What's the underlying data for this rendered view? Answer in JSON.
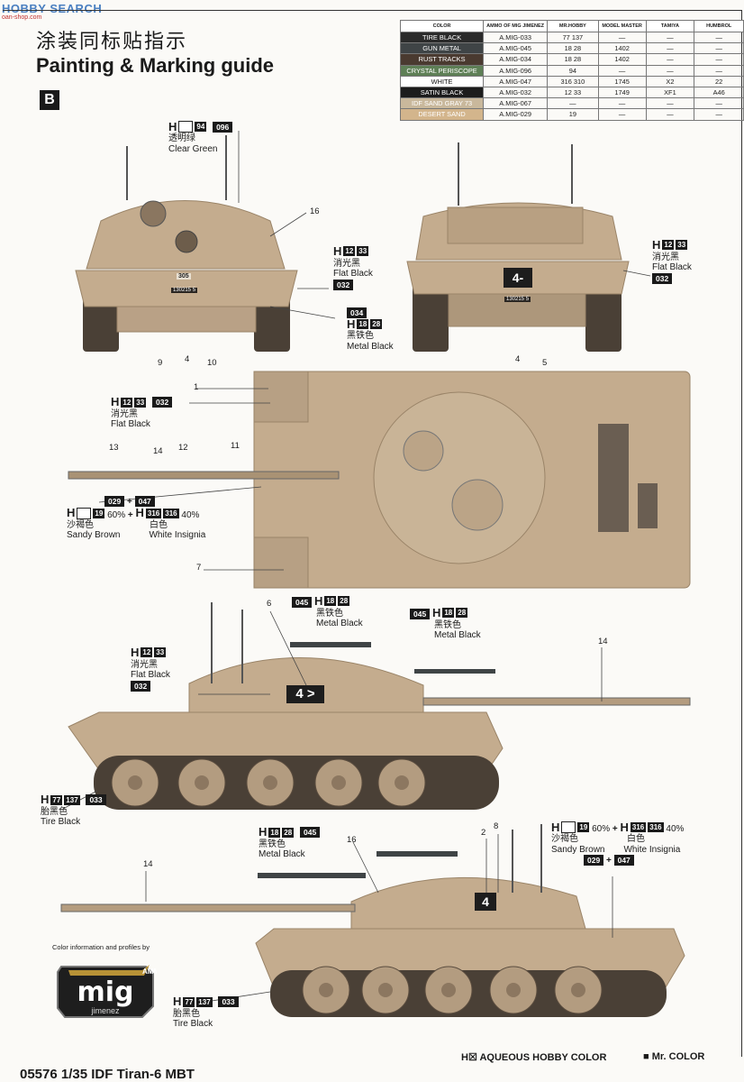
{
  "watermark": {
    "text": "HOBBY SEARCH",
    "sub": "oan-shop.com"
  },
  "title_cn": "涂装同标贴指示",
  "title_en": "Painting & Marking guide",
  "section_badge": "B",
  "color_table": {
    "headers": [
      "COLOR",
      "AMMO OF MIG JIMENEZ",
      "MR.HOBBY",
      "MODEL MASTER",
      "TAMIYA",
      "HUMBROL"
    ],
    "rows": [
      {
        "name": "TIRE BLACK",
        "bg": "#2a2a2a",
        "fg": "#ffffff",
        "ammo": "A.MIG-033",
        "hobby": "77 137",
        "mm": "—",
        "tamiya": "—",
        "humbrol": "—"
      },
      {
        "name": "GUN METAL",
        "bg": "#3f4446",
        "fg": "#ffffff",
        "ammo": "A.MIG-045",
        "hobby": "18 28",
        "mm": "1402",
        "tamiya": "—",
        "humbrol": "—"
      },
      {
        "name": "RUST TRACKS",
        "bg": "#4a3a30",
        "fg": "#ffffff",
        "ammo": "A.MIG-034",
        "hobby": "18 28",
        "mm": "1402",
        "tamiya": "—",
        "humbrol": "—"
      },
      {
        "name": "CRYSTAL PERISCOPE",
        "bg": "#5e7f56",
        "fg": "#ffffff",
        "ammo": "A.MIG-096",
        "hobby": "94",
        "mm": "—",
        "tamiya": "—",
        "humbrol": "—"
      },
      {
        "name": "WHITE",
        "bg": "#ffffff",
        "fg": "#111111",
        "ammo": "A.MIG-047",
        "hobby": "316 310",
        "mm": "1745",
        "tamiya": "X2",
        "humbrol": "22"
      },
      {
        "name": "SATIN BLACK",
        "bg": "#1c1c1c",
        "fg": "#ffffff",
        "ammo": "A.MIG-032",
        "hobby": "12 33",
        "mm": "1749",
        "tamiya": "XF1",
        "humbrol": "A46"
      },
      {
        "name": "IDF SAND GRAY 73",
        "bg": "#c9b89c",
        "fg": "#ffffff",
        "ammo": "A.MIG-067",
        "hobby": "—",
        "mm": "—",
        "tamiya": "—",
        "humbrol": "—"
      },
      {
        "name": "DESERT SAND",
        "bg": "#d3b58c",
        "fg": "#ffffff",
        "ammo": "A.MIG-029",
        "hobby": "19",
        "mm": "—",
        "tamiya": "—",
        "humbrol": "—"
      }
    ]
  },
  "callouts": {
    "clear_green": {
      "h": "94",
      "mig": "096",
      "cn": "透明绿",
      "en": "Clear Green"
    },
    "flat_black": {
      "h1": "12",
      "h2": "33",
      "mig": "032",
      "cn": "消光黑",
      "en": "Flat Black"
    },
    "metal_black": {
      "mig_a": "034",
      "h1": "18",
      "h2": "28",
      "cn": "黑铁色",
      "en": "Metal Black"
    },
    "metal_black_b": {
      "mig": "045",
      "h1": "18",
      "h2": "28",
      "cn": "黑铁色",
      "en": "Metal Black"
    },
    "tire_black": {
      "h1": "77",
      "h2": "137",
      "mig": "033",
      "cn": "胎黑色",
      "en": "Tire Black"
    },
    "sandy_mix": {
      "mig_a": "029",
      "plus": "+",
      "mig_b": "047",
      "h1": "19",
      "pct1": "60%",
      "h2a": "316",
      "h2b": "316",
      "pct2": "40%",
      "cn1": "沙褐色",
      "en1": "Sandy Brown",
      "cn2": "白色",
      "en2": "White Insignia"
    },
    "sandy_mix_side": {
      "h1": "19",
      "pct1": "60%",
      "plus": "+",
      "h2a": "316",
      "h2b": "316",
      "pct2": "40%",
      "cn1": "沙褐色",
      "en1": "Sandy Brown",
      "cn2": "白色",
      "en2": "White Insignia",
      "mig_a": "029",
      "mig_b": "047"
    },
    "h_letter": "H"
  },
  "numbers": {
    "n1": "1",
    "n2": "2",
    "n4a": "4",
    "n4b": "4",
    "n5": "5",
    "n6": "6",
    "n7": "7",
    "n8": "8",
    "n9": "9",
    "n10": "10",
    "n11": "11",
    "n12": "12",
    "n13": "13",
    "n14a": "14",
    "n14b": "14",
    "n14c": "14",
    "n16a": "16",
    "n16b": "16"
  },
  "markings": {
    "front_plate": "130215 5",
    "turret_num_a": "4-",
    "turret_num_b": "4 >",
    "turret_num_c": "4",
    "front_num": "305"
  },
  "mig_logo": {
    "caption": "Color information and profiles by",
    "brand": "mig",
    "tag": "AMMO",
    "sub": "jimenez"
  },
  "legend": {
    "aqueous": "H☒ AQUEOUS HOBBY COLOR",
    "mrcolor": "■ Mr. COLOR"
  },
  "footer": "05576 1/35 IDF Tiran-6 MBT",
  "colors": {
    "sand": "#c4ac8e",
    "sand_dark": "#9a8468",
    "track": "#4a4036",
    "wheel": "#b39c80"
  }
}
